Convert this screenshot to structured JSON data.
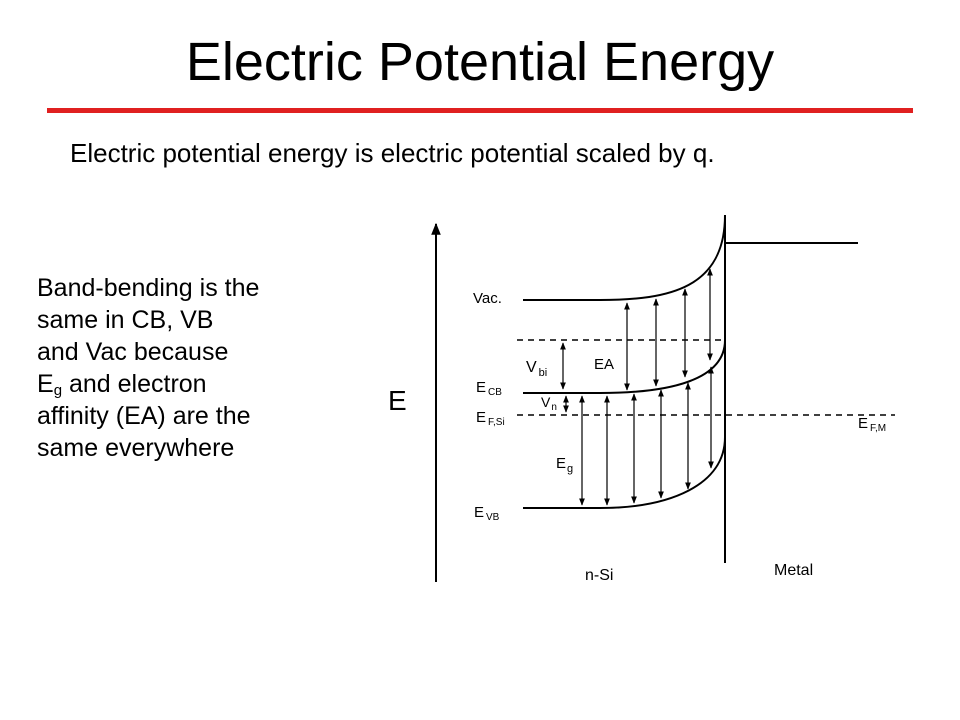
{
  "slide": {
    "title": "Electric Potential Energy",
    "subtitle": "Electric potential energy is electric potential scaled by q.",
    "accent_color": "#e02020",
    "side_text": {
      "line1": "Band-bending is the",
      "line2": "same in CB, VB",
      "line3": "and Vac because",
      "line4_main": "E",
      "line4_sub": "g",
      "line4_rest": " and electron",
      "line5": "affinity (EA) are the",
      "line6": "same everywhere"
    }
  },
  "diagram": {
    "axis_label": "E",
    "labels": {
      "vac": "Vac.",
      "ecb_main": "E",
      "ecb_sub": "CB",
      "efsi_main": "E",
      "efsi_sub": "F,Si",
      "evb_main": "E",
      "evb_sub": "VB",
      "efm_main": "E",
      "efm_sub": "F,M",
      "vbi_main": "V",
      "vbi_sub": "bi",
      "vn_main": "V",
      "vn_sub": "n",
      "eg_main": "E",
      "eg_sub": "g",
      "ea": "EA",
      "nsi": "n-Si",
      "metal": "Metal"
    }
  }
}
